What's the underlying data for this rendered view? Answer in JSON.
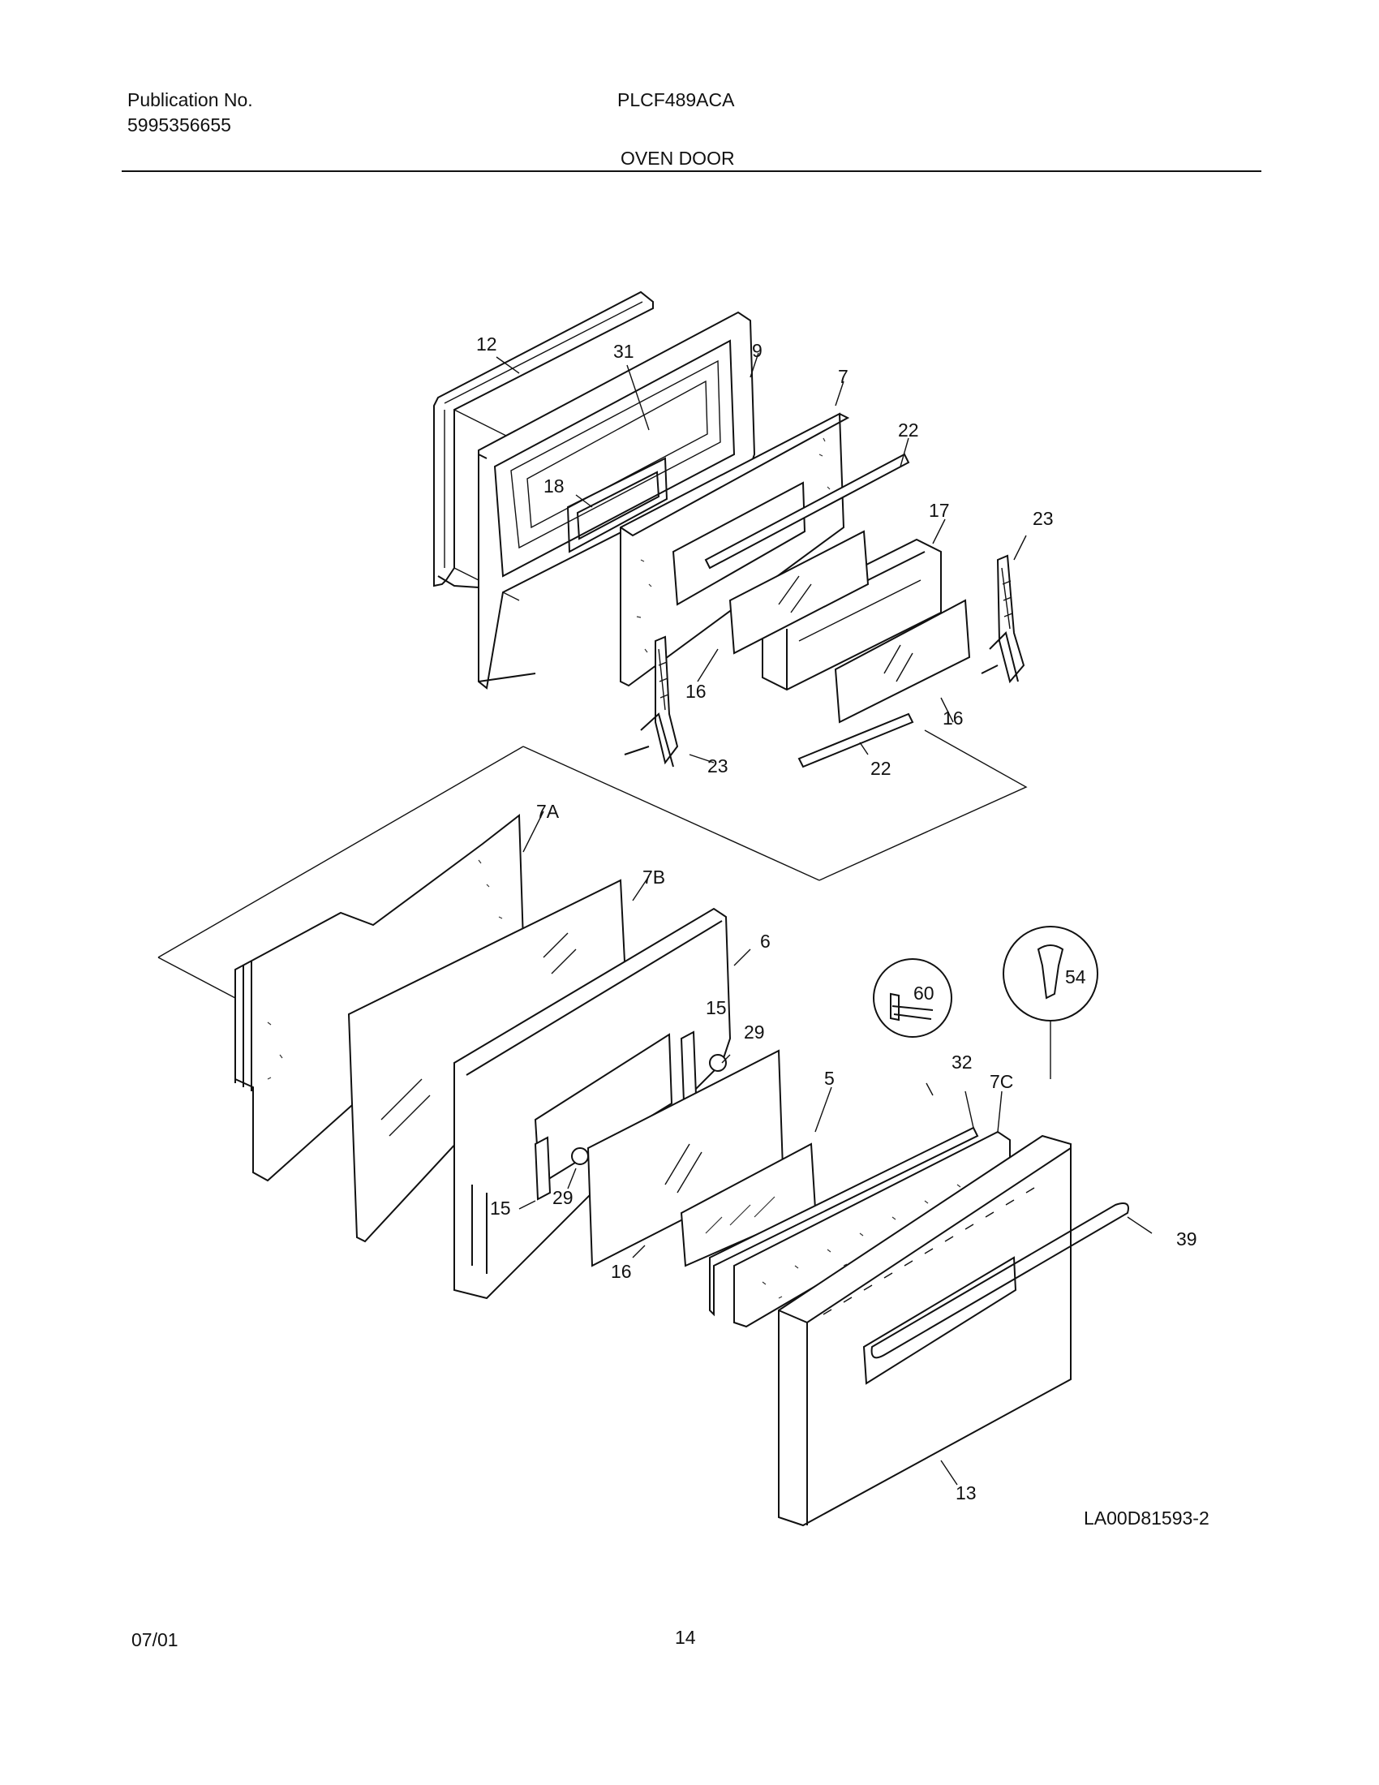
{
  "header": {
    "publication_label": "Publication No.",
    "publication_number": "5995356655",
    "model": "PLCF489ACA",
    "section_title": "OVEN DOOR"
  },
  "footer": {
    "date": "07/01",
    "page": "14"
  },
  "drawing_code": "LA00D81593-2",
  "callouts": {
    "c12": "12",
    "c31": "31",
    "c9": "9",
    "c7": "7",
    "c22a": "22",
    "c18": "18",
    "c17": "17",
    "c23a": "23",
    "c16a": "16",
    "c16b": "16",
    "c23b": "23",
    "c22b": "22",
    "c7A": "7A",
    "c7B": "7B",
    "c6": "6",
    "c15a": "15",
    "c29a": "29",
    "c15b": "15",
    "c29b": "29",
    "c16c": "16",
    "c5": "5",
    "c60": "60",
    "c54": "54",
    "c32": "32",
    "c7C": "7C",
    "c39": "39",
    "c13": "13"
  }
}
